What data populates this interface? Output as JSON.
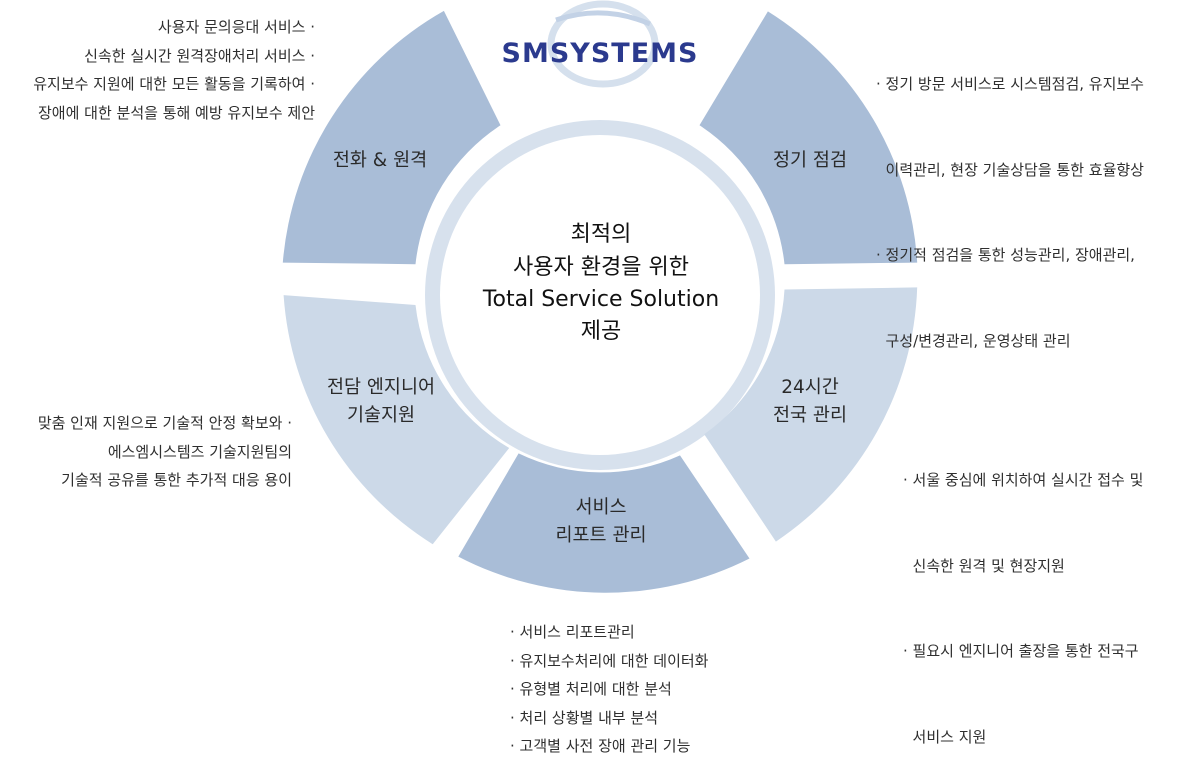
{
  "logo": {
    "text": "SMSYSTEMS"
  },
  "center": {
    "lines": [
      "최적의",
      "사용자 환경을 위한",
      "Total Service Solution",
      "제공"
    ]
  },
  "colors": {
    "segment_dark": "#a9bdd7",
    "segment_light": "#ccd9e8",
    "inner_ring": "#d7e1ed",
    "logo": "#2b3a8e",
    "text": "#2f2f2f"
  },
  "segments": {
    "phone": {
      "lines": [
        "전화 & 원격"
      ]
    },
    "inspection": {
      "lines": [
        "정기 점검"
      ]
    },
    "nationwide": {
      "lines": [
        "24시간",
        "전국 관리"
      ]
    },
    "report": {
      "lines": [
        "서비스",
        "리포트 관리"
      ]
    },
    "engineer": {
      "lines": [
        "전담 엔지니어",
        "기술지원"
      ]
    }
  },
  "notes": {
    "phone": [
      "사용자 문의응대 서비스 ·",
      "신속한 실시간 원격장애처리 서비스 ·",
      "유지보수 지원에 대한 모든 활동을 기록하여 ·",
      "장애에 대한 분석을 통해 예방 유지보수 제안"
    ],
    "inspection": [
      "· 정기 방문 서비스로 시스템점검, 유지보수",
      "  이력관리, 현장 기술상담을 통한 효율향상",
      "· 정기적 점검을 통한 성능관리, 장애관리,",
      "  구성/변경관리, 운영상태 관리"
    ],
    "engineer": [
      "맞춤 인재 지원으로 기술적 안정 확보와 ·",
      "에스엠시스템즈 기술지원팀의",
      "기술적 공유를 통한 추가적 대응 용이"
    ],
    "nationwide": [
      "· 서울 중심에 위치하여 실시간 접수 및",
      "  신속한 원격 및 현장지원",
      "· 필요시 엔지니어 출장을 통한 전국구",
      "  서비스 지원"
    ],
    "report": [
      "· 서비스 리포트관리",
      "· 유지보수처리에 대한 데이터화",
      "· 유형별 처리에 대한 분석",
      "· 처리 상황별 내부 분석",
      "· 고객별 사전 장애 관리 기능"
    ]
  }
}
